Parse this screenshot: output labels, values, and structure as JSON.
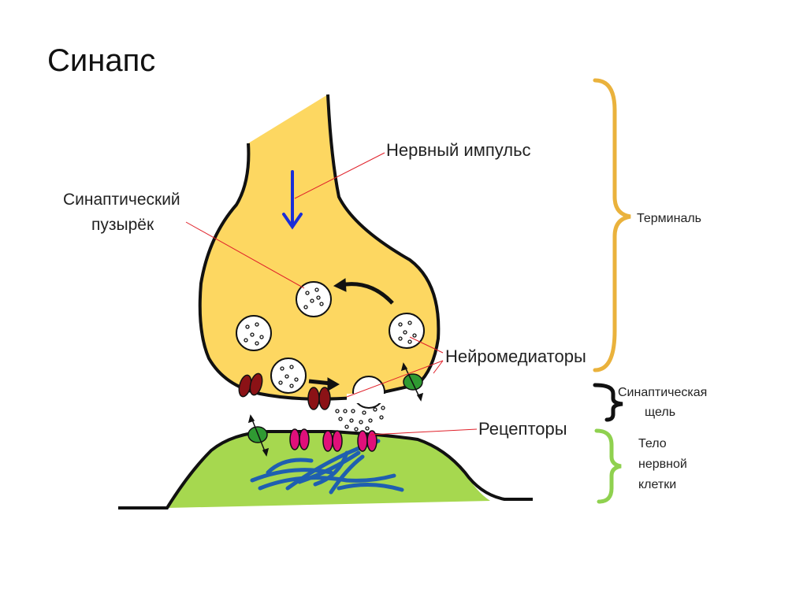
{
  "title": "Синапс",
  "labels": {
    "impulse": "Нервный импульс",
    "vesicle_line1": "Синаптический",
    "vesicle_line2": "пузырёк",
    "neuromediators": "Нейромедиаторы",
    "receptors": "Рецепторы"
  },
  "sections": {
    "terminal": "Терминаль",
    "cleft_line1": "Синаптическая",
    "cleft_line2": "щель",
    "body_line1": "Тело",
    "body_line2": "нервной",
    "body_line3": "клетки"
  },
  "colors": {
    "terminal_fill": "#fdd761",
    "cell_fill": "#a6d84f",
    "brace_terminal": "#eab23c",
    "brace_cleft": "#111111",
    "brace_body": "#8fd14f",
    "impulse_arrow": "#1a2ed8",
    "receptor": "#e0107a",
    "channel": "#8b1216",
    "transporter": "#2f9a32",
    "fibers": "#1f5fb0"
  }
}
